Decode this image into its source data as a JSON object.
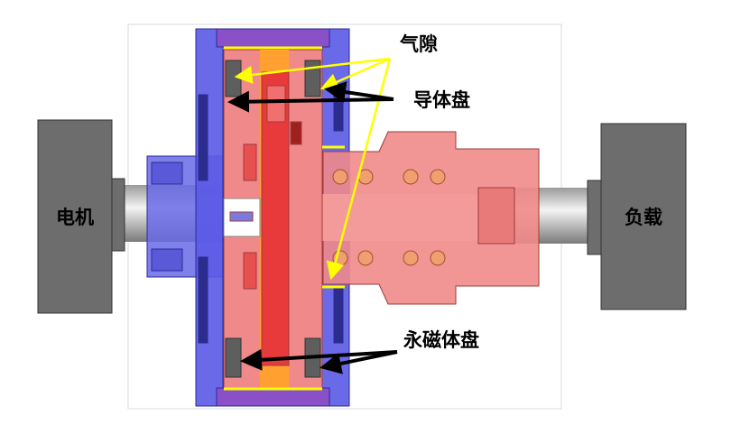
{
  "labels": {
    "motor": "电机",
    "load": "负载",
    "air_gap": "气隙",
    "conductor_disc": "导体盘",
    "magnet_disc": "永磁体盘"
  },
  "colors": {
    "blue_part": "#5a5ae6",
    "red_part": "#f08a8a",
    "dark_red": "#e83a3a",
    "orange": "#ffa030",
    "magnet": "#5e5e5e",
    "box": "#6d6d6d",
    "yellow": "#ffff00"
  }
}
